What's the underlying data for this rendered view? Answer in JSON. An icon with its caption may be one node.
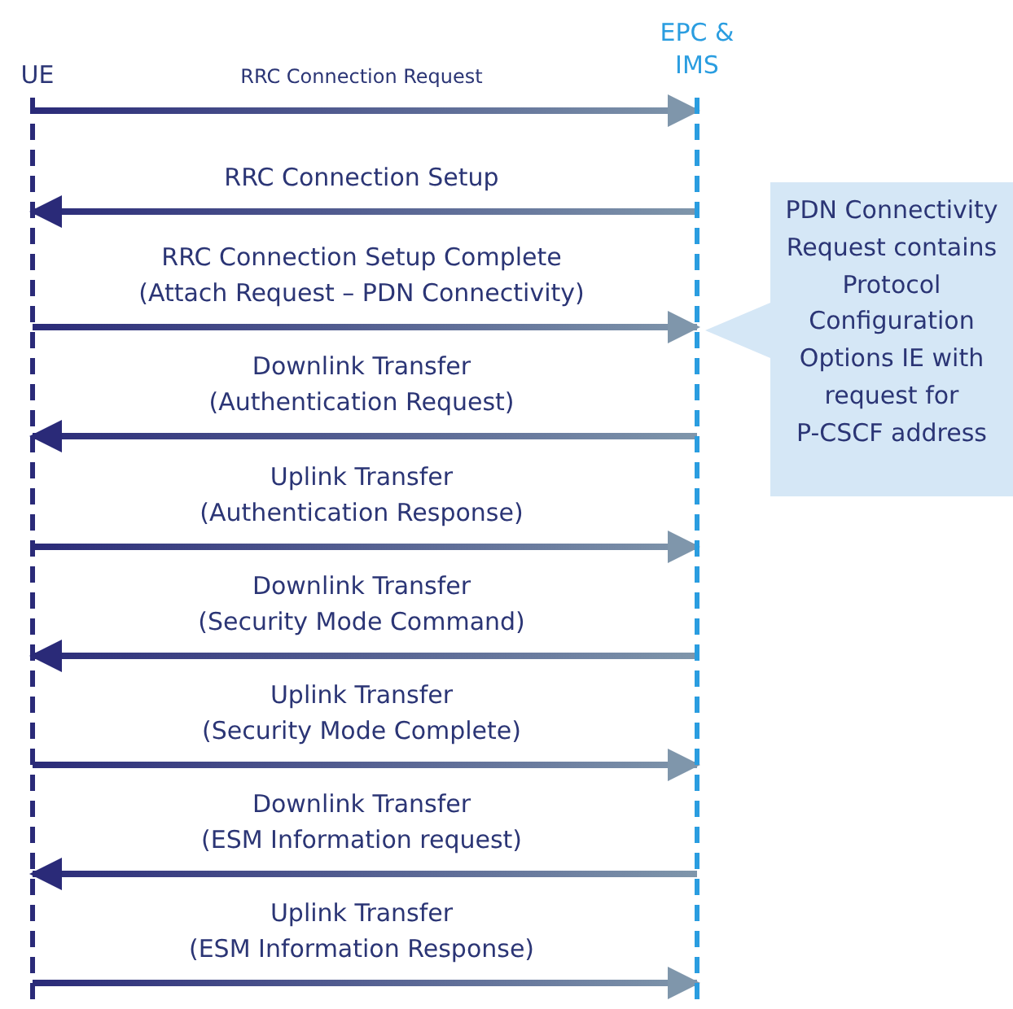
{
  "diagram": {
    "nodes": [
      {
        "text": [
          "UE"
        ]
      },
      {
        "text": [
          "EPC & IMS"
        ]
      },
      {
        "text": [
          "PDN Connectivity Request contains Protocol Configuration Options IE with request for P-CSCF address"
        ]
      }
    ],
    "edges": [
      {
        "from": 0,
        "to": 1,
        "arrow": "to",
        "label": "RRC Connection Request"
      },
      {
        "from": 1,
        "to": 0,
        "arrow": "to",
        "label": "RRC Connection Setup"
      },
      {
        "from": 0,
        "to": 1,
        "arrow": "to",
        "label": "RRC Connection Setup Complete (Attach Request – PDN Connectivity)"
      },
      {
        "from": 1,
        "to": 0,
        "arrow": "to",
        "label": "Downlink Transfer (Authentication Request)"
      },
      {
        "from": 0,
        "to": 1,
        "arrow": "to",
        "label": "Uplink Transfer (Authentication Response)"
      },
      {
        "from": 1,
        "to": 0,
        "arrow": "to",
        "label": "Downlink Transfer (Security Mode Command)"
      },
      {
        "from": 0,
        "to": 1,
        "arrow": "to",
        "label": "Uplink Transfer (Security Mode Complete)"
      },
      {
        "from": 1,
        "to": 0,
        "arrow": "to",
        "label": "Downlink Transfer (ESM Information request)"
      },
      {
        "from": 0,
        "to": 1,
        "arrow": "to",
        "label": "Uplink Transfer (ESM Information Response)"
      },
      {
        "from": 2,
        "to": 1,
        "arrow": "to"
      }
    ]
  }
}
